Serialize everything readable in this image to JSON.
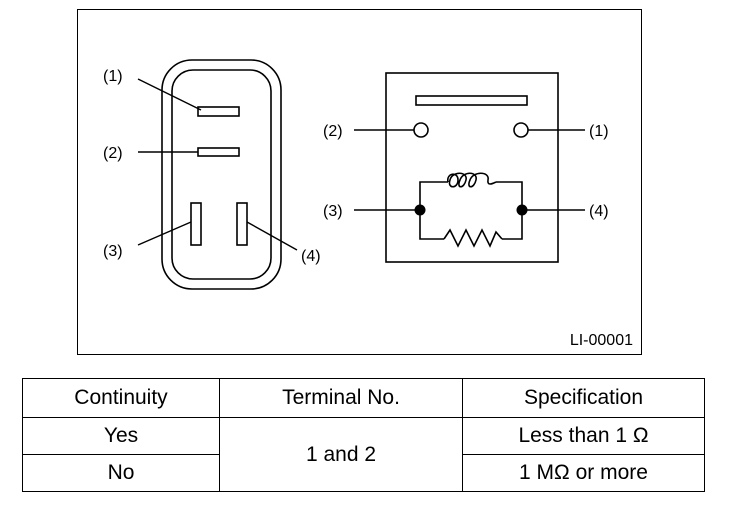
{
  "figure": {
    "code": "LI-00001",
    "connector_labels": [
      "(1)",
      "(2)",
      "(3)",
      "(4)"
    ],
    "schematic_labels": [
      "(2)",
      "(1)",
      "(3)",
      "(4)"
    ]
  },
  "table": {
    "headers": [
      "Continuity",
      "Terminal No.",
      "Specification"
    ],
    "rows": [
      {
        "continuity": "Yes",
        "terminal": "1 and 2",
        "spec": "Less than 1 Ω"
      },
      {
        "continuity": "No",
        "terminal": "1 and 2",
        "spec": "1 MΩ or more"
      }
    ]
  }
}
